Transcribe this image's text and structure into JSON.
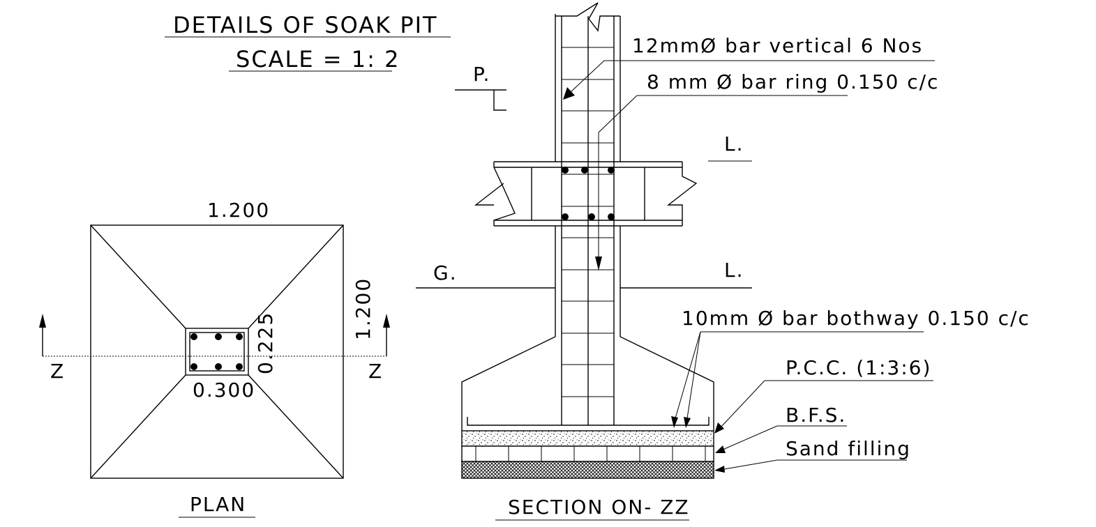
{
  "title": "DETAILS OF SOAK PIT",
  "scale": "SCALE = 1: 2",
  "plan": {
    "caption": "PLAN",
    "dim_top": "1.200",
    "dim_right": "1.200",
    "dim_col_width": "0.300",
    "dim_col_depth": "0.225",
    "section_mark_left": "Z",
    "section_mark_right": "Z"
  },
  "section": {
    "caption": "SECTION ON- ZZ",
    "plinth_label_left": "P.",
    "plinth_label_right": "L.",
    "ground_label_left": "G.",
    "ground_label_right": "L.",
    "notes": {
      "vertical_bars": "12mmØ bar vertical 6 Nos",
      "ring_bars": "8 mm Ø bar ring 0.150 c/c",
      "bothway_bars": "10mm Ø bar bothway 0.150 c/c",
      "pcc": "P.C.C. (1:3:6)",
      "bfs": "B.F.S.",
      "sand": "Sand filling"
    }
  }
}
